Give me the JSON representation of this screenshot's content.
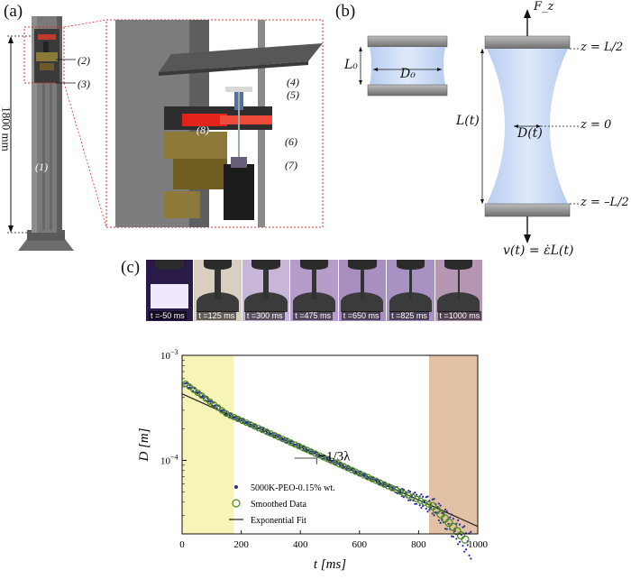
{
  "panels": {
    "a": "(a)",
    "b": "(b)",
    "c": "(c)"
  },
  "tower": {
    "height_label": "1800 mm",
    "callouts": [
      "(1)",
      "(2)",
      "(3)"
    ]
  },
  "closeup": {
    "callouts": [
      "(4)",
      "(5)",
      "(6)",
      "(7)",
      "(8)"
    ]
  },
  "schematic": {
    "L0": "L₀",
    "D0": "D₀",
    "Fz": "F_z",
    "z_top": "z = L/2",
    "z_mid": "z = 0",
    "z_bot": "z = –L/2",
    "Lt": "L(t)",
    "Dt": "D(t)",
    "velocity": "v(t) = ε̇L(t)"
  },
  "frames": [
    {
      "label": "t =-50 ms",
      "tint": "#2a1a4a"
    },
    {
      "label": "t =125 ms",
      "tint": "#d8cfc0"
    },
    {
      "label": "t =300 ms",
      "tint": "#c7b6d8"
    },
    {
      "label": "t =475 ms",
      "tint": "#b59cc9"
    },
    {
      "label": "t =650 ms",
      "tint": "#a88fc0"
    },
    {
      "label": "t =825 ms",
      "tint": "#a892c3"
    },
    {
      "label": "t =1000 ms",
      "tint": "#b697b3"
    }
  ],
  "chart_data": {
    "type": "scatter",
    "xlabel": "t [ms]",
    "ylabel": "D [m]",
    "xlim": [
      0,
      1000
    ],
    "ylim_log": [
      -4.7,
      -3
    ],
    "yscale": "log",
    "xticks": [
      0,
      200,
      400,
      600,
      800,
      1000
    ],
    "yticks": [
      {
        "label": "10",
        "sup": "−3",
        "value": 0.001
      },
      {
        "label": "10",
        "sup": "−4",
        "value": 0.0001
      }
    ],
    "shaded_regions": [
      {
        "x": [
          0,
          175
        ],
        "color": "#f7f4b8"
      },
      {
        "x": [
          835,
          1000
        ],
        "color": "#e2c1a4"
      }
    ],
    "slope_annotation": "−1/3λ",
    "series": [
      {
        "name": "5000K-PEO-0.15% wt.",
        "marker": "dot",
        "color": "#2a2aa0"
      },
      {
        "name": "Smoothed Data",
        "marker": "circle",
        "color": "#4a8a1a"
      },
      {
        "name": "Exponential Fit",
        "marker": "line",
        "color": "#222222",
        "x": [
          0,
          1000
        ],
        "y": [
          0.00043,
          2.35e-05
        ]
      }
    ]
  }
}
